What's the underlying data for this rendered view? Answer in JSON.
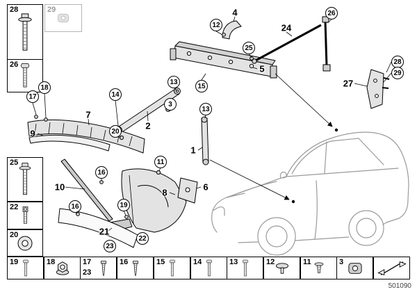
{
  "page": {
    "part_number": "501090"
  },
  "left_column": [
    {
      "label": "28",
      "icon": "flange-bolt"
    },
    {
      "label": "26",
      "icon": "hex-bolt"
    },
    {
      "label": "25",
      "icon": "flange-bolt"
    },
    {
      "label": "22",
      "icon": "socket-bolt"
    },
    {
      "label": "20",
      "icon": "washer"
    }
  ],
  "ghost_box": {
    "label": "29"
  },
  "bottom_row": [
    {
      "labels": [
        "19"
      ],
      "icon": "hex-bolt"
    },
    {
      "labels": [
        "18"
      ],
      "icon": "flange-nut"
    },
    {
      "labels": [
        "17",
        "23"
      ],
      "icon": "screw"
    },
    {
      "labels": [
        "16"
      ],
      "icon": "screw"
    },
    {
      "labels": [
        "15"
      ],
      "icon": "hex-bolt"
    },
    {
      "labels": [
        "14"
      ],
      "icon": "hex-bolt"
    },
    {
      "labels": [
        "13"
      ],
      "icon": "hex-bolt"
    },
    {
      "labels": [
        "12"
      ],
      "icon": "pan-screw"
    },
    {
      "labels": [
        "11"
      ],
      "icon": "expanding-rivet"
    },
    {
      "labels": [
        "3"
      ],
      "icon": "bushing"
    },
    {
      "labels": [],
      "icon": "separator"
    }
  ],
  "circled_callouts": [
    {
      "label": "12"
    },
    {
      "label": "25"
    },
    {
      "label": "26"
    },
    {
      "label": "28"
    },
    {
      "label": "29"
    },
    {
      "label": "15"
    },
    {
      "label": "13"
    },
    {
      "label": "13"
    },
    {
      "label": "14"
    },
    {
      "label": "17"
    },
    {
      "label": "18"
    },
    {
      "label": "20"
    },
    {
      "label": "16"
    },
    {
      "label": "16"
    },
    {
      "label": "11"
    },
    {
      "label": "19"
    },
    {
      "label": "22"
    },
    {
      "label": "23"
    },
    {
      "label": "3"
    }
  ],
  "plain_callouts": [
    {
      "label": "4"
    },
    {
      "label": "24"
    },
    {
      "label": "5"
    },
    {
      "label": "27"
    },
    {
      "label": "7"
    },
    {
      "label": "2"
    },
    {
      "label": "9"
    },
    {
      "label": "1"
    },
    {
      "label": "10"
    },
    {
      "label": "8"
    },
    {
      "label": "6"
    },
    {
      "label": "21"
    }
  ]
}
